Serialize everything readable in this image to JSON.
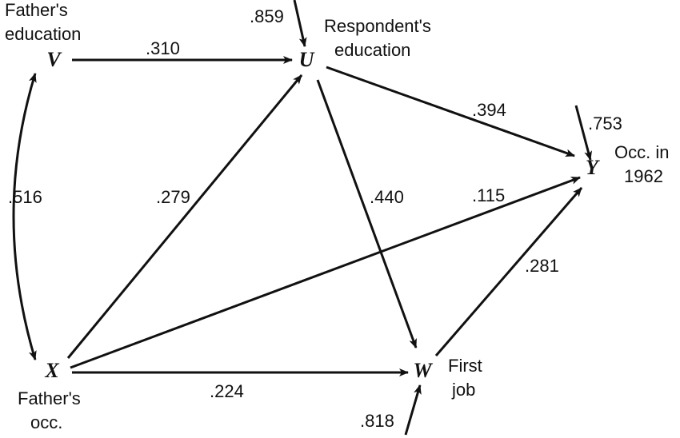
{
  "nodes": {
    "V": {
      "symbol": "V",
      "label_lines": [
        "Father's",
        "education"
      ]
    },
    "U": {
      "symbol": "U",
      "label_lines": [
        "Respondent's",
        "education"
      ]
    },
    "Y": {
      "symbol": "Y",
      "label_lines": [
        "Occ. in",
        "1962"
      ]
    },
    "X": {
      "symbol": "X",
      "label_lines": [
        "Father's",
        "occ."
      ]
    },
    "W": {
      "symbol": "W",
      "label_lines": [
        "First",
        "job"
      ]
    }
  },
  "paths": [
    {
      "from": "V",
      "to": "U",
      "coefficient": ".310"
    },
    {
      "from": "U",
      "to": "Y",
      "coefficient": ".394"
    },
    {
      "from": "U",
      "to": "W",
      "coefficient": ".440"
    },
    {
      "from": "X",
      "to": "U",
      "coefficient": ".279"
    },
    {
      "from": "X",
      "to": "Y",
      "coefficient": ".115"
    },
    {
      "from": "X",
      "to": "W",
      "coefficient": ".224"
    },
    {
      "from": "W",
      "to": "Y",
      "coefficient": ".281"
    }
  ],
  "correlation": {
    "between": [
      "V",
      "X"
    ],
    "coefficient": ".516"
  },
  "residuals": [
    {
      "to": "U",
      "coefficient": ".859"
    },
    {
      "to": "Y",
      "coefficient": ".753"
    },
    {
      "to": "W",
      "coefficient": ".818"
    }
  ]
}
